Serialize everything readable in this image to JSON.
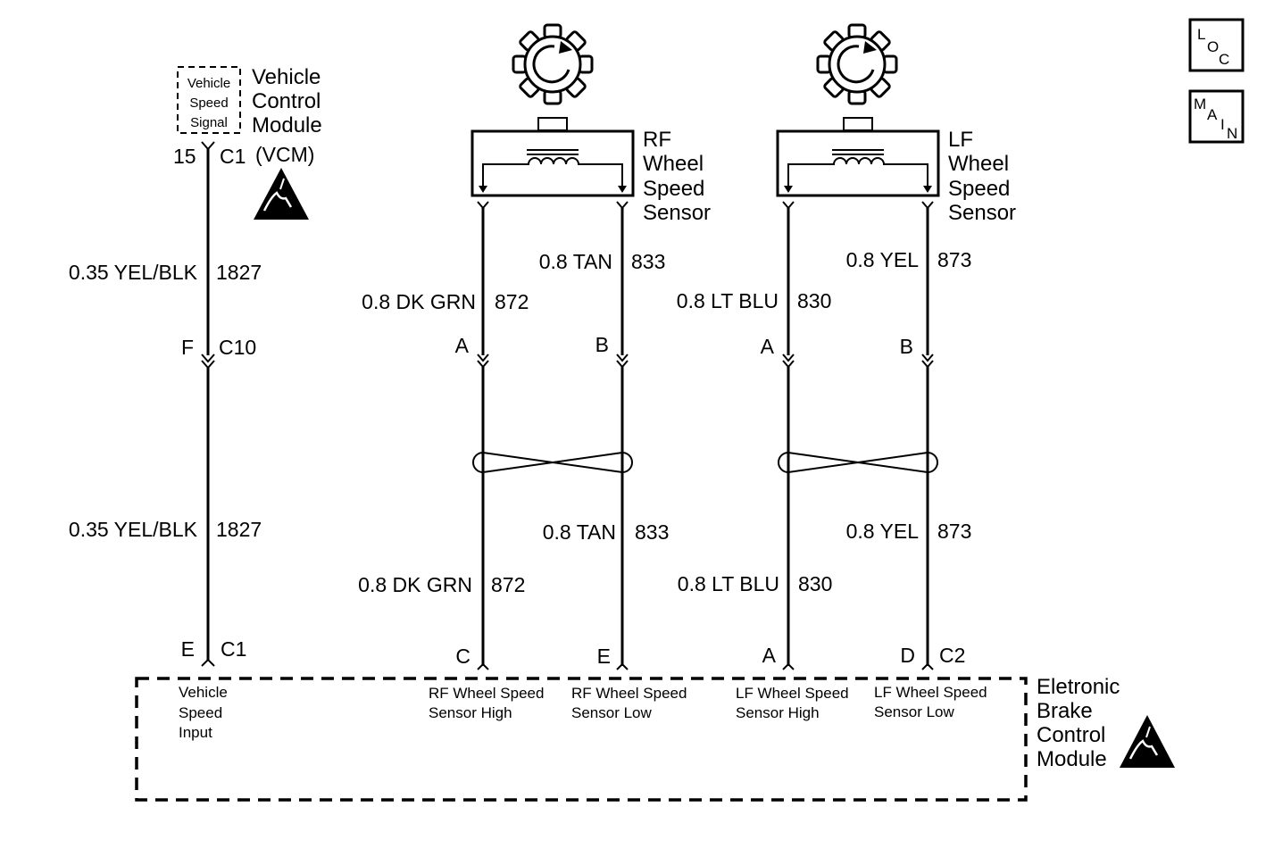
{
  "vcm": {
    "signal_lines": [
      "Vehicle",
      "Speed",
      "Signal"
    ],
    "name_lines": [
      "Vehicle",
      "Control",
      "Module"
    ],
    "pin": "15",
    "connector": "C1",
    "abbrev": "(VCM)"
  },
  "sensors": [
    {
      "lines": [
        "RF",
        "Wheel",
        "Speed",
        "Sensor"
      ]
    },
    {
      "lines": [
        "LF",
        "Wheel",
        "Speed",
        "Sensor"
      ]
    }
  ],
  "nav": {
    "loc": [
      "L",
      "O",
      "C"
    ],
    "main": [
      "M",
      "A",
      "I",
      "N"
    ]
  },
  "wire_labels_upper": {
    "w1827": {
      "spec": "0.35 YEL/BLK",
      "circuit": "1827"
    },
    "w833": {
      "spec": "0.8 TAN",
      "circuit": "833"
    },
    "w872": {
      "spec": "0.8 DK GRN",
      "circuit": "872"
    },
    "w873": {
      "spec": "0.8 YEL",
      "circuit": "873"
    },
    "w830": {
      "spec": "0.8 LT BLU",
      "circuit": "830"
    }
  },
  "wire_labels_lower": {
    "w1827": {
      "spec": "0.35 YEL/BLK",
      "circuit": "1827"
    },
    "w833": {
      "spec": "0.8 TAN",
      "circuit": "833"
    },
    "w872": {
      "spec": "0.8 DK GRN",
      "circuit": "872"
    },
    "w873": {
      "spec": "0.8 YEL",
      "circuit": "873"
    },
    "w830": {
      "spec": "0.8 LT BLU",
      "circuit": "830"
    }
  },
  "mid_connectors": {
    "vcm_pin": "F",
    "vcm_conn": "C10",
    "rf_a": "A",
    "rf_b": "B",
    "lf_a": "A",
    "lf_b": "B"
  },
  "ebcm_connectors": {
    "vsi_pin": "E",
    "vsi_conn": "C1",
    "rf_high_pin": "C",
    "rf_low_pin": "E",
    "lf_high_pin": "A",
    "lf_low_pin": "D",
    "c2_conn": "C2"
  },
  "ebcm": {
    "name_lines": [
      "Eletronic",
      "Brake",
      "Control",
      "Module"
    ],
    "inputs": [
      {
        "lines": [
          "Vehicle",
          "Speed",
          "Input"
        ]
      },
      {
        "lines": [
          "RF Wheel Speed",
          "Sensor High"
        ]
      },
      {
        "lines": [
          "RF Wheel Speed",
          "Sensor Low"
        ]
      },
      {
        "lines": [
          "LF Wheel Speed",
          "Sensor High"
        ]
      },
      {
        "lines": [
          "LF Wheel Speed",
          "Sensor Low"
        ]
      }
    ]
  }
}
